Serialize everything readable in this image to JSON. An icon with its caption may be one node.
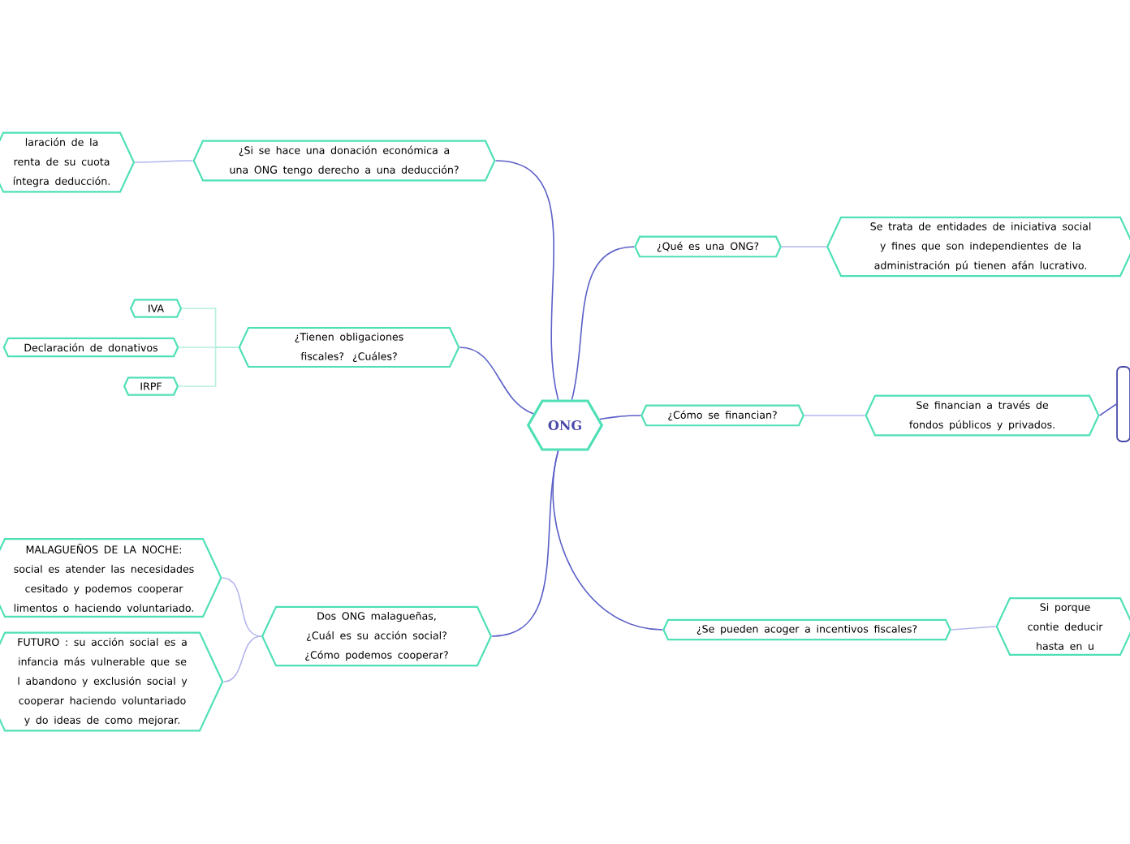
{
  "diagram": {
    "nodes": [
      {
        "text": [
          "ONG"
        ]
      },
      {
        "text": [
          "¿Si se hace una donación económica a una ONG tengo derecho a una deducción?"
        ]
      },
      {
        "text": [
          "laración de la renta de su cuota íntegra deducción."
        ]
      },
      {
        "text": [
          "¿Tienen obligaciones fiscales? ¿Cuáles?"
        ]
      },
      {
        "text": [
          "IVA"
        ]
      },
      {
        "text": [
          "Declaración de donativos"
        ]
      },
      {
        "text": [
          "IRPF"
        ]
      },
      {
        "text": [
          "Dos ONG malagueñas, ¿Cuál es su acción social? ¿Cómo podemos cooperar?"
        ]
      },
      {
        "text": [
          "MALAGUEÑOS DE  LA NOCHE: social es atender las necesidades cesitado y podemos cooperar limentos o haciendo voluntariado."
        ]
      },
      {
        "text": [
          "FUTURO : su acción social es a infancia más vulnerable que se l abandono y exclusión social y cooperar haciendo voluntariado y do ideas de como mejorar."
        ]
      },
      {
        "text": [
          "¿Qué es una ONG?"
        ]
      },
      {
        "text": [
          "Se trata de entidades de iniciativa social y fines que son independientes de la administración pú tienen afán lucrativo."
        ]
      },
      {
        "text": [
          "¿Cómo se financian?"
        ]
      },
      {
        "text": [
          "Se financian a través de fondos públicos y privados."
        ]
      },
      {
        "text": [],
        "shape": "box"
      },
      {
        "text": [
          "¿Se pueden acoger a incentivos fiscales?"
        ]
      },
      {
        "text": [
          "Si porque contie deducir hasta en u"
        ]
      }
    ],
    "edges": [
      {
        "from": 0,
        "to": 1,
        "arrow": "none"
      },
      {
        "from": 1,
        "to": 2,
        "arrow": "none",
        "color": "#b4b6ec"
      },
      {
        "from": 0,
        "to": 3,
        "arrow": "none"
      },
      {
        "from": 3,
        "to": 4,
        "arrow": "none",
        "color": "#b5efdf"
      },
      {
        "from": 3,
        "to": 5,
        "arrow": "none",
        "color": "#b5efdf"
      },
      {
        "from": 3,
        "to": 6,
        "arrow": "none",
        "color": "#b5efdf"
      },
      {
        "from": 0,
        "to": 7,
        "arrow": "none"
      },
      {
        "from": 7,
        "to": 8,
        "arrow": "none",
        "color": "#b4b6ec"
      },
      {
        "from": 7,
        "to": 9,
        "arrow": "none",
        "color": "#b4b6ec"
      },
      {
        "from": 0,
        "to": 10,
        "arrow": "none"
      },
      {
        "from": 10,
        "to": 11,
        "arrow": "none",
        "color": "#b4b6ec"
      },
      {
        "from": 0,
        "to": 12,
        "arrow": "none"
      },
      {
        "from": 12,
        "to": 13,
        "arrow": "none",
        "color": "#b4b6ec"
      },
      {
        "from": 13,
        "to": 14,
        "arrow": "none"
      },
      {
        "from": 0,
        "to": 15,
        "arrow": "none"
      },
      {
        "from": 15,
        "to": 16,
        "arrow": "none",
        "color": "#b4b6ec"
      }
    ]
  }
}
